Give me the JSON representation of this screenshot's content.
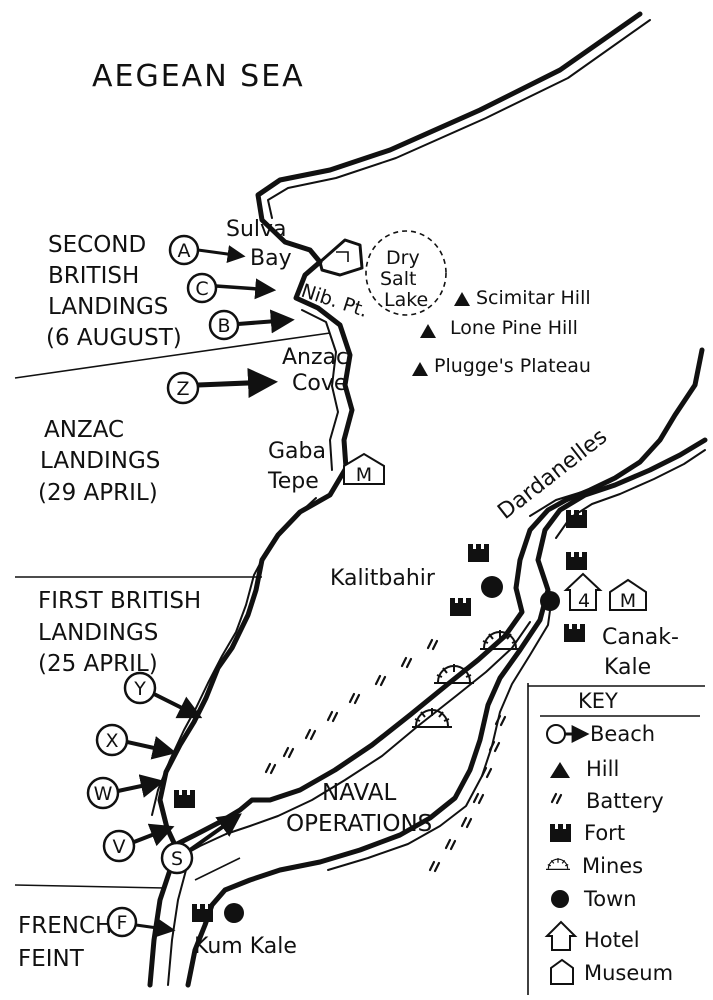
{
  "sea_label": "AEGEAN SEA",
  "strait_label": "Dardanelles",
  "sections": {
    "second": {
      "lines": [
        "SECOND",
        "BRITISH",
        "LANDINGS",
        "(6 AUGUST)"
      ]
    },
    "anzac": {
      "lines": [
        "ANZAC",
        "LANDINGS",
        "(29 APRIL)"
      ]
    },
    "first": {
      "lines": [
        "FIRST BRITISH",
        "LANDINGS",
        "(25 APRIL)"
      ]
    },
    "french": {
      "lines": [
        "FRENCH",
        "FEINT"
      ]
    },
    "naval": {
      "lines": [
        "NAVAL",
        "OPERATIONS"
      ]
    }
  },
  "beaches": [
    "A",
    "C",
    "B",
    "Z",
    "Y",
    "X",
    "W",
    "V",
    "S",
    "F"
  ],
  "places": {
    "suvla": [
      "Sulva",
      "Bay"
    ],
    "dry_salt_lake": [
      "Dry",
      "Salt",
      "Lake"
    ],
    "nib_pt": "Nib. Pt.",
    "anzac_cove": [
      "Anzac",
      "Cove"
    ],
    "gaba_tepe": [
      "Gaba",
      "Tepe"
    ],
    "kalitbahir": "Kalitbahir",
    "canakkale": [
      "Canak-",
      "Kale"
    ],
    "kum_kale": "Kum Kale",
    "hotel_number": "4"
  },
  "hills": [
    "Scimitar Hill",
    "Lone Pine Hill",
    "Plugge's Plateau"
  ],
  "museum_letter": "M",
  "key": {
    "title": "KEY",
    "items": [
      {
        "icon": "beach-arrow-icon",
        "label": "Beach"
      },
      {
        "icon": "hill-triangle-icon",
        "label": "Hill"
      },
      {
        "icon": "battery-icon",
        "label": "Battery"
      },
      {
        "icon": "fort-icon",
        "label": "Fort"
      },
      {
        "icon": "mines-icon",
        "label": "Mines"
      },
      {
        "icon": "town-dot-icon",
        "label": "Town"
      },
      {
        "icon": "hotel-icon",
        "label": "Hotel"
      },
      {
        "icon": "museum-icon",
        "label": "Museum"
      }
    ]
  },
  "colors": {
    "ink": "#111111",
    "paper": "#ffffff"
  }
}
